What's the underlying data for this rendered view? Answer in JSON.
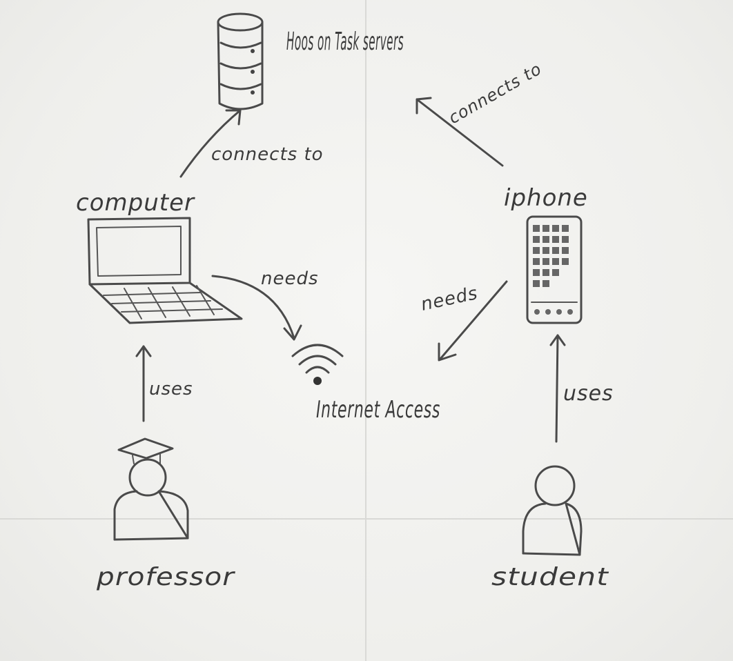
{
  "nodes": {
    "servers": "Hoos on Task servers",
    "computer": "computer",
    "iphone": "iphone",
    "internet": "Internet Access",
    "professor": "professor",
    "student": "student"
  },
  "edges": {
    "computer_to_servers": "connects to",
    "iphone_to_servers": "connects to",
    "computer_to_internet": "needs",
    "iphone_to_internet": "needs",
    "professor_to_computer": "uses",
    "student_to_iphone": "uses"
  }
}
